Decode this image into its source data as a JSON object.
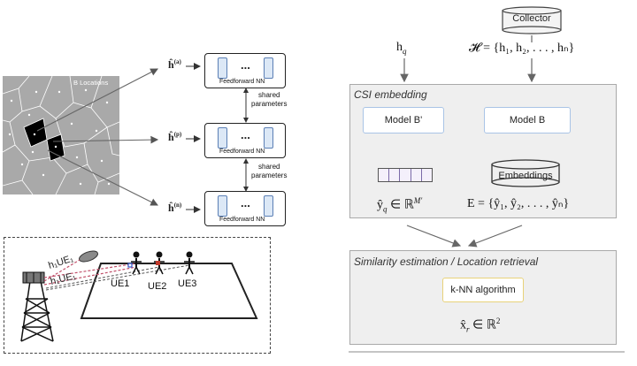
{
  "right_panel": {
    "collector_label": "Collector",
    "hq": "h",
    "hq_sub": "q",
    "H_set": "𝓗 = {h₁, h₂, . . . , hₙ}",
    "csi_title": "CSI embedding",
    "model_bprime": "Model B'",
    "model_b": "Model B",
    "embeddings_label": "Embeddings",
    "yq_expr": "ŷ",
    "yq_sub": "q",
    "yq_rest": "∈ ℝ",
    "yq_sup": "M′",
    "E_expr": "E = {ŷ₁, ŷ₂, . . . , ŷₙ}",
    "sim_title": "Similarity estimation / Location retrieval",
    "knn_label": "k-NN algorithm",
    "xr_expr": "x̂",
    "xr_sub": "r",
    "xr_rest": "∈ ℝ",
    "xr_sup": "2"
  },
  "left_panel": {
    "map_label": "B Locations",
    "h_vectors": [
      {
        "base": "ĥ",
        "sup": "(a)"
      },
      {
        "base": "ĥ",
        "sup": "(p)"
      },
      {
        "base": "ĥ",
        "sup": "(n)"
      }
    ],
    "ff_label": "Feedforward NN",
    "ff_dots": "...",
    "shared_params": [
      "shared",
      "parameters"
    ],
    "ues": [
      "UE1",
      "UE2",
      "UE3"
    ],
    "channel_labels": [
      "h₁UE₁",
      "h₁UE₁"
    ]
  }
}
